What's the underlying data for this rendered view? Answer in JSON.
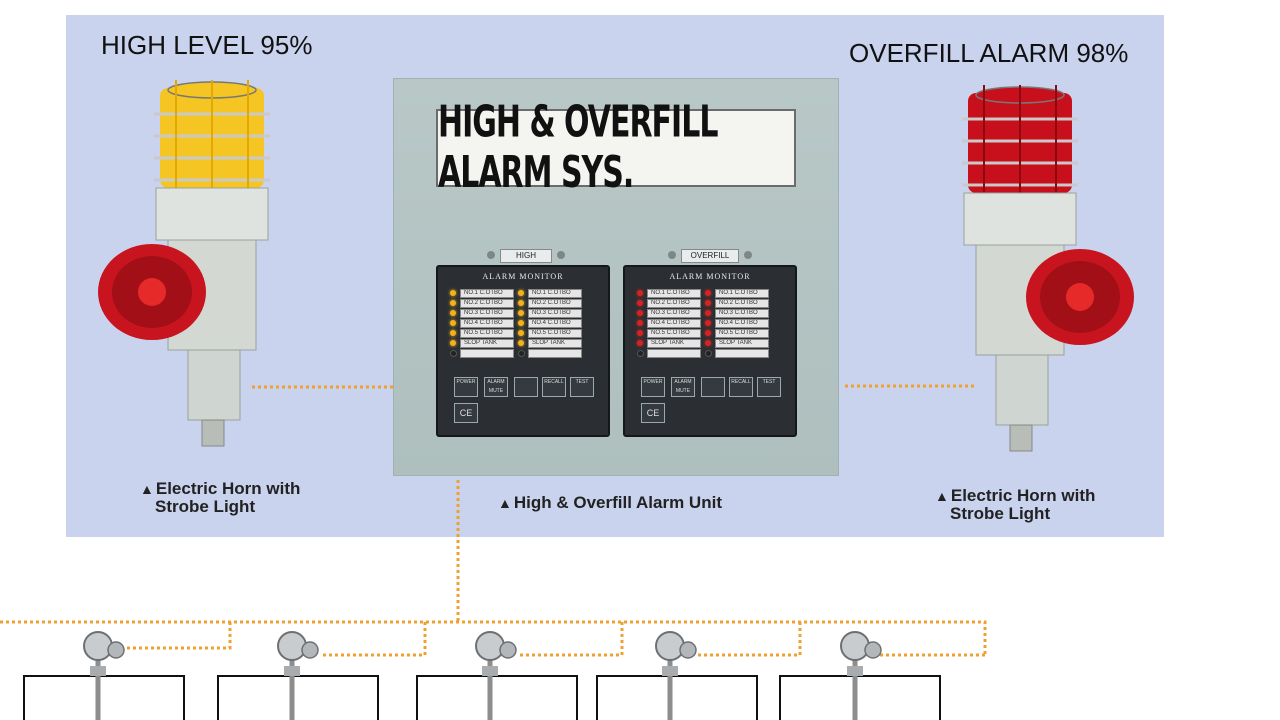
{
  "headings": {
    "high_level": "HIGH LEVEL 95%",
    "overfill": "OVERFILL ALARM 98%"
  },
  "captions": {
    "left_horn": [
      "Electric Horn with",
      "Strobe Light"
    ],
    "unit": "High & Overfill Alarm Unit",
    "right_horn": [
      "Electric Horn with",
      "Strobe Light"
    ],
    "marker": "▲"
  },
  "cabinet": {
    "nameplate": "HIGH & OVERFILL ALARM SYS.",
    "tag_left": "HIGH",
    "tag_right": "OVERFILL"
  },
  "monitors": [
    {
      "title": "ALARM MONITOR",
      "led_color": "#f3b21b",
      "col1": [
        "NO.1 C.OTBO",
        "NO.2 C.OTBO",
        "NO.3 C.OTBO",
        "NO.4 C.OTBO",
        "NO.5 C.OTBO",
        "SLOP TANK",
        ""
      ],
      "col2": [
        "NO.1 C.OTBO",
        "NO.2 C.OTBO",
        "NO.3 C.OTBO",
        "NO.4 C.OTBO",
        "NO.5 C.OTBO",
        "SLOP TANK",
        ""
      ],
      "lit1": 6,
      "lit2": 6,
      "buttons": [
        "POWER",
        "ALARM MUTE",
        "",
        "RECALL",
        "TEST"
      ]
    },
    {
      "title": "ALARM MONITOR",
      "led_color": "#d52323",
      "col1": [
        "NO.1 C.OTBO",
        "NO.2 C.OTBO",
        "NO.3 C.OTBO",
        "NO.4 C.OTBO",
        "NO.5 C.OTBO",
        "SLOP TANK",
        ""
      ],
      "col2": [
        "NO.1 C.OTBO",
        "NO.2 C.OTBO",
        "NO.3 C.OTBO",
        "NO.4 C.OTBO",
        "NO.5 C.OTBO",
        "SLOP TANK",
        ""
      ],
      "lit1": 6,
      "lit2": 6,
      "buttons": [
        "POWER",
        "ALARM MUTE",
        "",
        "RECALL",
        "TEST"
      ]
    }
  ],
  "colors": {
    "panel": "#c9d3ee",
    "wire": "#f0a030",
    "beacon_yellow": "#f5c623",
    "beacon_red": "#c8101c",
    "horn": "#c8141e"
  },
  "sensor_count": 5
}
